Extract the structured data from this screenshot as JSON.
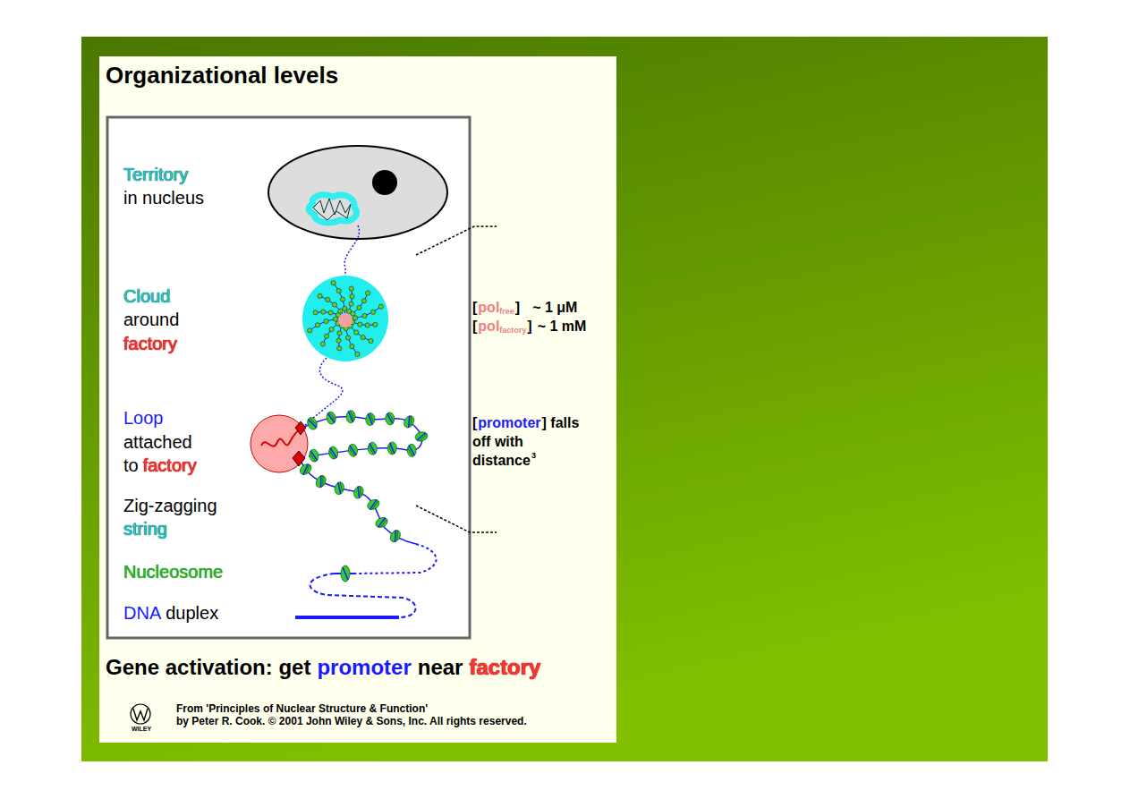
{
  "diagram": {
    "title": "Organizational levels",
    "labels": [
      "Territory",
      "in nucleus",
      "Cloud",
      "around",
      "factory",
      "Loop",
      "attached",
      "to",
      "factory",
      "Zig-zagging",
      "string",
      "Nucleosome",
      "DNA",
      "duplex",
      "[",
      "pol",
      "free",
      "]",
      "~ 1 μM",
      "[",
      "pol",
      "factory",
      "]",
      "~ 1 mM",
      "[",
      "promoter",
      "] falls",
      "off with",
      "distance",
      "3",
      "Gene activation: get",
      "promoter",
      "near",
      "factory",
      "From 'Principles of Nuclear Structure & Function'",
      "by Peter R. Cook. © 2001 John Wiley & Sons, Inc. All rights reserved.",
      "WILEY"
    ]
  }
}
